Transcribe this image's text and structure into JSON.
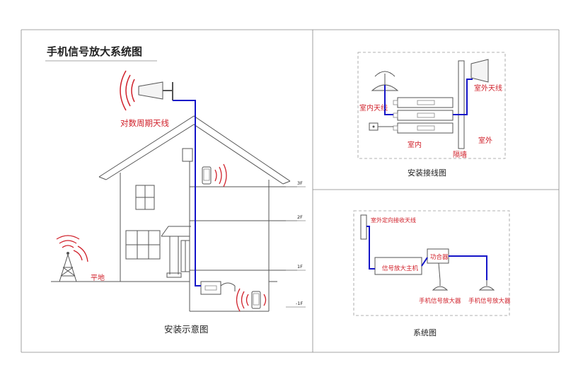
{
  "left_panel": {
    "title": "手机信号放大系统图",
    "antenna_label": "对数周期天线",
    "ground_label": "平地",
    "caption": "安装示意图",
    "floors": [
      "3F",
      "2F",
      "1F",
      "-1F"
    ]
  },
  "top_right_panel": {
    "indoor_antenna": "室内天线",
    "outdoor_antenna": "室外天线",
    "indoor": "室内",
    "wall": "隔墙",
    "outdoor": "室外",
    "caption": "安装接线图"
  },
  "bottom_right_panel": {
    "directional_antenna": "室外定向接收天线",
    "host": "信号放大主机",
    "splitter": "功合器",
    "amp_left": "手机信号放大器",
    "amp_right": "手机信号放大器",
    "caption": "系统图"
  },
  "colors": {
    "accent_red": "#d0202a",
    "cable_blue": "#1414c8",
    "line_gray": "#555555"
  }
}
